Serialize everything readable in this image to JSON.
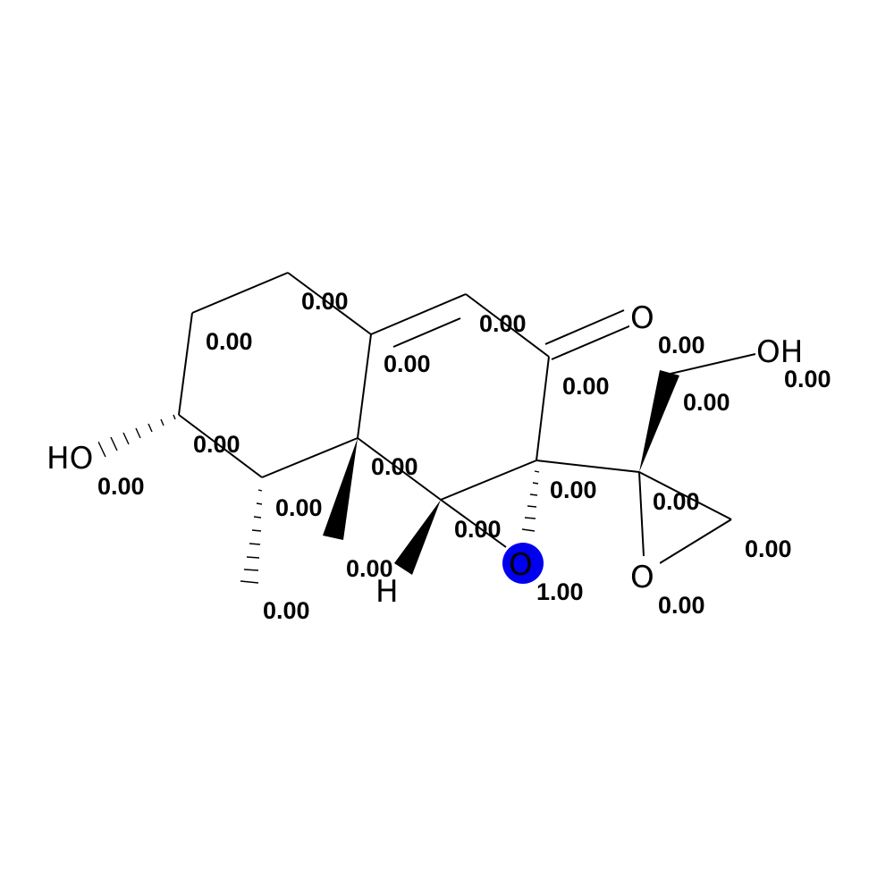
{
  "highlight_color": "#0000ee",
  "atom_labels": {
    "ketone_o": "O",
    "hydroxyl_oh": "OH",
    "hydroxyl_ho": "HO",
    "ring_o": "O",
    "epoxide_o": "O",
    "hydrogen": "H"
  },
  "atom_weights": {
    "c_top_left": "0.00",
    "c_left_upper": "0.00",
    "c_fusion_top": "0.00",
    "c_alkene": "0.00",
    "c_carbonyl": "0.00",
    "o_hydroxyl": "0.00",
    "c_ch2oh": "0.00",
    "c_choh": "0.00",
    "o_ho": "0.00",
    "c_quaternary": "0.00",
    "c_epoxide_quat": "0.00",
    "c_stereo_right": "0.00",
    "c_methyl_sub": "0.00",
    "c_epoxide_ch2": "0.00",
    "h_atom": "0.00",
    "c_bridge": "0.00",
    "o_ring": "1.00",
    "o_epoxide": "0.00",
    "c_methyl": "0.00"
  }
}
